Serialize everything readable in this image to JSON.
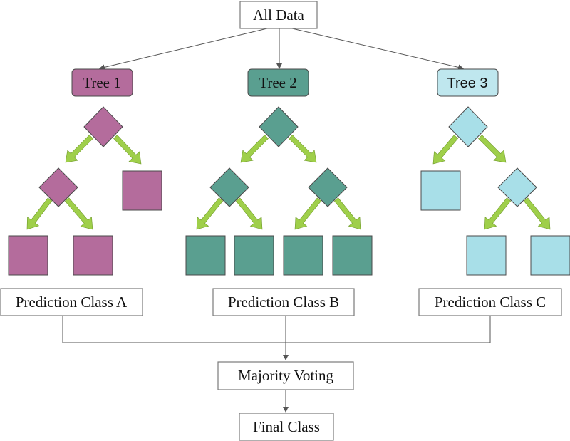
{
  "root": {
    "label": "All Data"
  },
  "trees": [
    {
      "label": "Tree 1",
      "color": "#b46c9c",
      "label_bg": "#b46c9c",
      "prediction": "Prediction Class A"
    },
    {
      "label": "Tree 2",
      "color": "#5a9f90",
      "label_bg": "#5a9f90",
      "prediction": "Prediction Class B"
    },
    {
      "label": "Tree 3",
      "color": "#a8dfe8",
      "label_bg": "#bfe7ee",
      "prediction": "Prediction Class C"
    }
  ],
  "voting": {
    "label": "Majority Voting"
  },
  "final": {
    "label": "Final Class"
  },
  "colors": {
    "arrow_green": "#9fcf4a",
    "line": "#555555",
    "box_border": "#7a7a7a"
  }
}
